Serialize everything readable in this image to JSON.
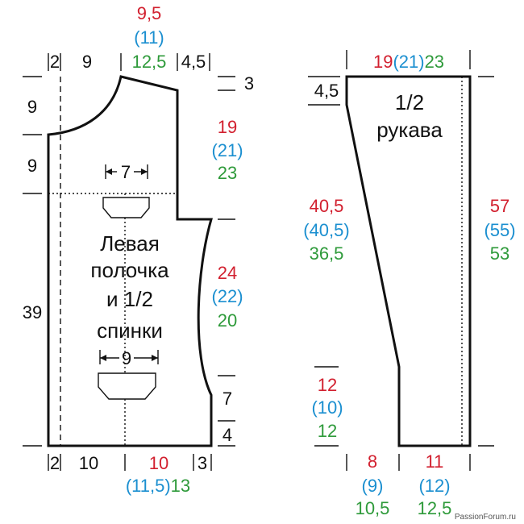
{
  "left_piece": {
    "title": [
      "Левая",
      "полочка",
      "и 1/2",
      "спинки"
    ],
    "top": {
      "seg1": "2",
      "seg2": "9",
      "neck": {
        "red": "9,5",
        "blue": "(11)",
        "green": "12,5"
      },
      "seg4": "4,5"
    },
    "left_side": {
      "v1": "9",
      "v2": "9",
      "v3": "39"
    },
    "right_side": {
      "shoulder": "3",
      "armhole": {
        "red": "19",
        "blue": "(21)",
        "green": "23"
      },
      "side": {
        "red": "24",
        "blue": "(22)",
        "green": "20"
      },
      "hem1": "7",
      "hem2": "4"
    },
    "bottom": {
      "seg1": "2",
      "seg2": "10",
      "seg3": {
        "red": "10",
        "blue": "(11,5)",
        "green": "13"
      },
      "seg4": "3"
    },
    "pocket_upper_width": "7",
    "pocket_lower_width": "9"
  },
  "sleeve": {
    "title": [
      "1/2",
      "рукава"
    ],
    "top": {
      "red": "19",
      "blue": "(21)",
      "green": "23"
    },
    "top_left": "4,5",
    "left_side": {
      "red": "40,5",
      "blue": "(40,5)",
      "green": "36,5"
    },
    "right_side": {
      "red": "57",
      "blue": "(55)",
      "green": "53"
    },
    "cuff_height": {
      "red": "12",
      "blue": "(10)",
      "green": "12"
    },
    "bottom_left": {
      "red": "8",
      "blue": "(9)",
      "green": "10,5"
    },
    "bottom_right": {
      "red": "11",
      "blue": "(12)",
      "green": "12,5"
    }
  },
  "watermark": "PassionForum.ru",
  "colors": {
    "red": "#d2202f",
    "blue": "#1b8fd0",
    "green": "#2e9a3a"
  }
}
